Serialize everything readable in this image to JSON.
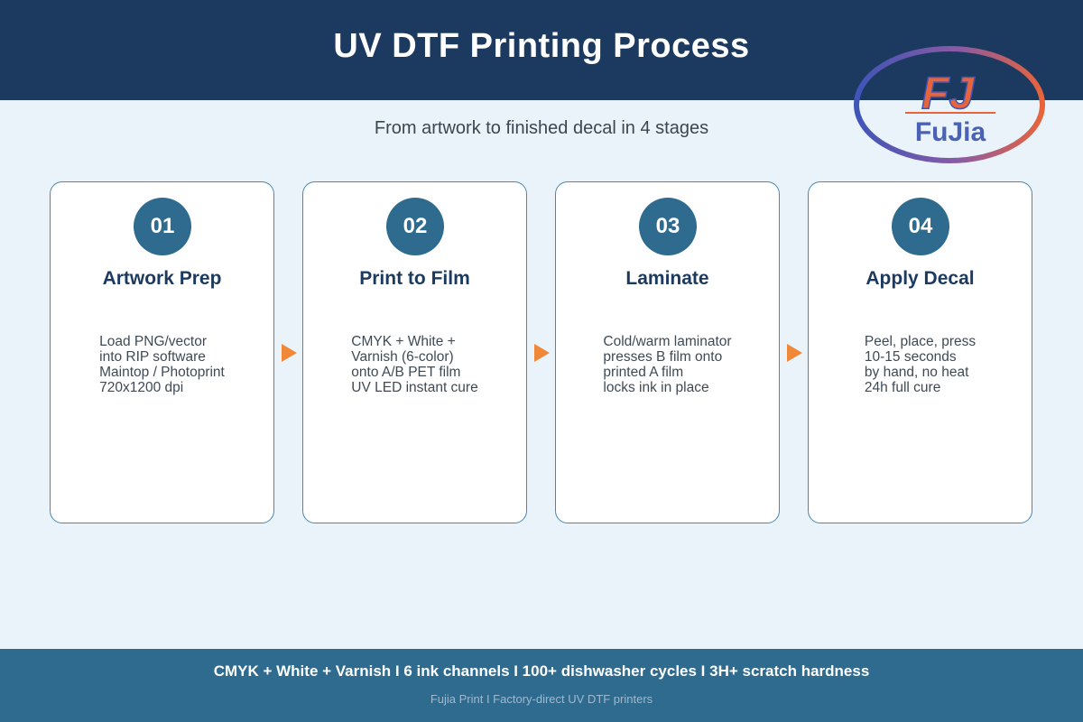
{
  "header": {
    "title": "UV DTF Printing Process",
    "logo_text": "FuJia",
    "logo_letters": "FJ"
  },
  "subtitle": "From artwork to finished decal in 4 stages",
  "steps": [
    {
      "number": "01",
      "title": "Artwork Prep",
      "lines": [
        "Load PNG/vector",
        "into RIP software",
        "Maintop / Photoprint",
        "720x1200 dpi"
      ]
    },
    {
      "number": "02",
      "title": "Print to Film",
      "lines": [
        "CMYK + White +",
        "Varnish (6-color)",
        "onto A/B PET film",
        "UV LED instant cure"
      ]
    },
    {
      "number": "03",
      "title": "Laminate",
      "lines": [
        "Cold/warm laminator",
        "presses B film onto",
        "printed A film",
        "locks ink in place"
      ]
    },
    {
      "number": "04",
      "title": "Apply Decal",
      "lines": [
        "Peel, place, press",
        "10-15 seconds",
        "by hand, no heat",
        "24h full cure"
      ]
    }
  ],
  "footer": {
    "main": "CMYK + White + Varnish  I  6 ink channels  I  100+ dishwasher cycles  I  3H+ scratch hardness",
    "sub": "Fujia Print  I  Factory-direct UV DTF printers"
  },
  "colors": {
    "header_bg": "#1c3a5f",
    "background": "#e9f3f9",
    "badge": "#2e6b8f",
    "arrow": "#f0883a",
    "footer_bg": "#2e6b8f",
    "logo_orange": "#e8643a",
    "logo_blue": "#3f55b8"
  }
}
